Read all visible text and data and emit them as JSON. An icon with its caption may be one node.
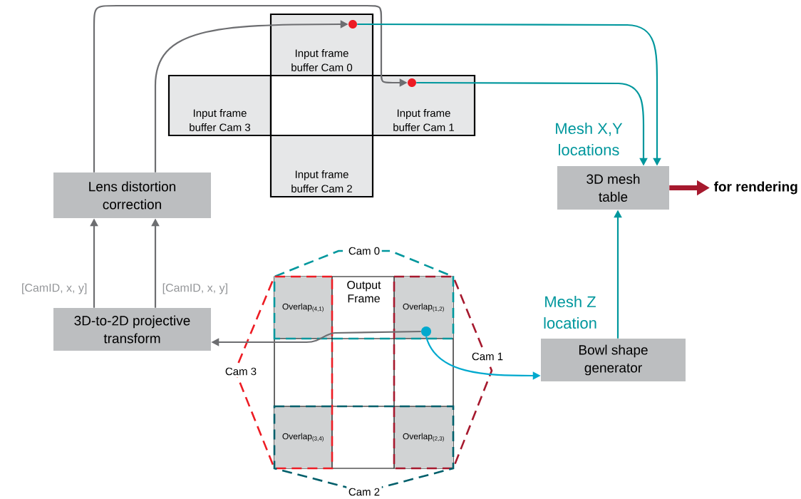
{
  "diagram": {
    "nodes": [
      {
        "text": [
          "Input frame buffer Cam 0"
        ]
      },
      {
        "text": [],
        "shape": "circle",
        "in": 0
      },
      {
        "text": [
          "Input frame buffer Cam 3"
        ]
      },
      {
        "text": [],
        "shape": "box"
      },
      {
        "text": [
          "Input frame buffer Cam 1"
        ]
      },
      {
        "text": [],
        "shape": "circle",
        "in": 4
      },
      {
        "text": [
          "Input frame buffer Cam 2"
        ]
      },
      {
        "text": [
          "Lens distortion correction"
        ]
      },
      {
        "text": [
          "3D mesh table"
        ],
        "beside": [
          "Mesh X,Y locations"
        ]
      },
      {
        "text": [
          "for rendering"
        ]
      },
      {
        "text": [
          "Output Frame"
        ]
      },
      {
        "text": [
          "Overlap$_{(4,1)}$"
        ],
        "in": 10
      },
      {
        "text": [
          "Overlap$_{(1,2)}$"
        ],
        "in": 10
      },
      {
        "text": [],
        "shape": "circle",
        "in": 12
      },
      {
        "text": [
          "3D-to-2D projective transform"
        ]
      },
      {
        "text": [
          "Bowl shape generator"
        ],
        "beside": [
          "Mesh Z location"
        ]
      },
      {
        "text": [
          "Overlap$_{(3,4)}$"
        ],
        "in": 10
      },
      {
        "text": [
          "Overlap$_{(2,3)}$"
        ],
        "in": 10
      }
    ],
    "edges": [
      {
        "from": 7,
        "to": 1,
        "arrow": "to"
      },
      {
        "from": 7,
        "to": 5,
        "arrow": "to"
      },
      {
        "from": 1,
        "to": 8,
        "arrow": "to",
        "color": "#00979d"
      },
      {
        "from": 5,
        "to": 8,
        "arrow": "to",
        "color": "#00979d"
      },
      {
        "from": 14,
        "to": 7,
        "arrow": "to",
        "label": "[CamID, x, y]"
      },
      {
        "from": 14,
        "to": 7,
        "arrow": "to",
        "label": "[CamID, x, y]"
      },
      {
        "from": 13,
        "to": 14,
        "arrow": "to"
      },
      {
        "from": 13,
        "to": 15,
        "arrow": "to",
        "color": "#00a9ce"
      },
      {
        "from": 15,
        "to": 8,
        "arrow": "to",
        "color": "#00979d"
      },
      {
        "from": 8,
        "to": 9,
        "arrow": "to",
        "style": "thick",
        "color": "#a6192e"
      }
    ],
    "labels": [
      "Cam 0",
      "Cam 3",
      "Cam 1",
      "Cam 2"
    ]
  }
}
